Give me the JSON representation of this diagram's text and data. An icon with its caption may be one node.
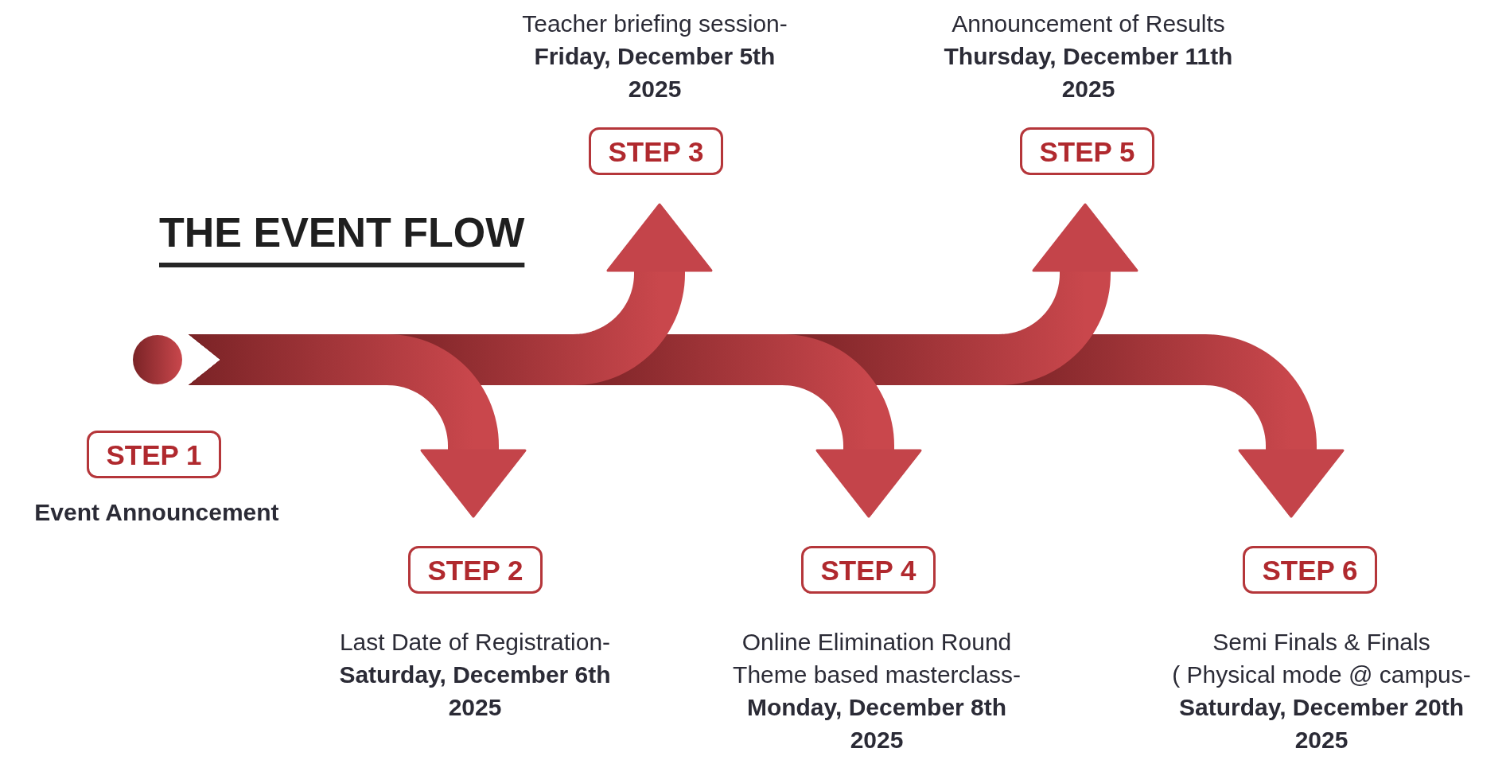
{
  "diagram": {
    "title": "THE EVENT FLOW",
    "nodes": [
      {
        "text": [],
        "shape": "circle"
      },
      {
        "text": [
          "STEP 1"
        ],
        "beside": [
          "Event Announcement"
        ]
      },
      {
        "text": [
          "STEP 2"
        ],
        "beside": [
          "Last Date of Registration-",
          "Saturday, December 6th 2025"
        ]
      },
      {
        "text": [
          "STEP 3"
        ],
        "beside": [
          "Teacher briefing session-",
          "Friday, December 5th 2025"
        ]
      },
      {
        "text": [
          "STEP 4"
        ],
        "beside": [
          "Online Elimination Round",
          "Theme based masterclass-",
          "Monday, December 8th 2025"
        ]
      },
      {
        "text": [
          "STEP 5"
        ],
        "beside": [
          "Announcement of Results",
          "Thursday, December 11th 2025"
        ]
      },
      {
        "text": [
          "STEP 6"
        ],
        "beside": [
          "Semi Finals & Finals",
          "( Physical mode @ campus-",
          "Saturday, December 20th 2025"
        ]
      }
    ],
    "edges": [
      {
        "from": 0,
        "to": 2,
        "arrow": "to"
      },
      {
        "from": 0,
        "to": 3,
        "arrow": "to"
      },
      {
        "from": 0,
        "to": 4,
        "arrow": "to"
      },
      {
        "from": 0,
        "to": 5,
        "arrow": "to"
      },
      {
        "from": 0,
        "to": 6,
        "arrow": "to"
      }
    ]
  }
}
